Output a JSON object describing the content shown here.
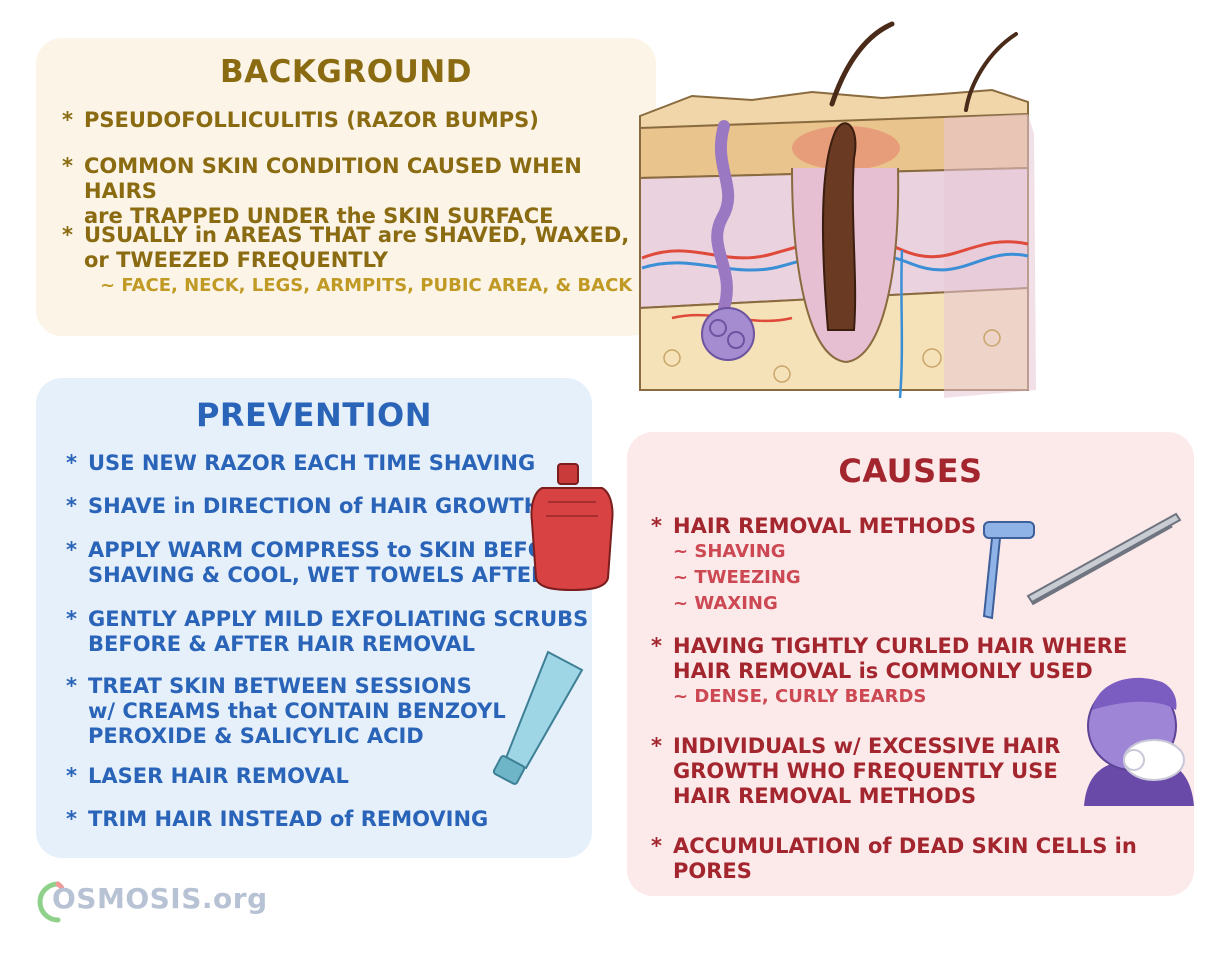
{
  "background": {
    "title": "BACKGROUND",
    "items": [
      {
        "text": "PSEUDOFOLLICULITIS (RAZOR BUMPS)"
      },
      {
        "text": "COMMON SKIN CONDITION CAUSED WHEN HAIRS",
        "text2": "are TRAPPED UNDER the SKIN SURFACE"
      },
      {
        "text": "USUALLY in AREAS THAT are SHAVED, WAXED,",
        "text2": "or TWEEZED FREQUENTLY",
        "sub": "~ FACE, NECK, LEGS, ARMPITS, PUBIC AREA, & BACK"
      }
    ]
  },
  "prevention": {
    "title": "PREVENTION",
    "items": [
      {
        "text": "USE NEW RAZOR EACH TIME SHAVING"
      },
      {
        "text": "SHAVE in DIRECTION of HAIR GROWTH"
      },
      {
        "text": "APPLY WARM COMPRESS to SKIN BEFORE",
        "text2": "SHAVING & COOL, WET TOWELS AFTER"
      },
      {
        "text": "GENTLY APPLY MILD EXFOLIATING SCRUBS",
        "text2": "BEFORE & AFTER HAIR REMOVAL"
      },
      {
        "text": "TREAT SKIN BETWEEN SESSIONS",
        "text2": "w/ CREAMS that CONTAIN BENZOYL",
        "text3": "PEROXIDE & SALICYLIC ACID"
      },
      {
        "text": "LASER HAIR REMOVAL"
      },
      {
        "text": "TRIM HAIR INSTEAD of REMOVING"
      }
    ]
  },
  "causes": {
    "title": "CAUSES",
    "items": [
      {
        "text": "HAIR REMOVAL METHODS",
        "subs": [
          "~ SHAVING",
          "~ TWEEZING",
          "~ WAXING"
        ]
      },
      {
        "text": "HAVING TIGHTLY CURLED HAIR WHERE",
        "text2": "HAIR REMOVAL is COMMONLY USED",
        "subs": [
          "~ DENSE, CURLY BEARDS"
        ]
      },
      {
        "text": "INDIVIDUALS w/ EXCESSIVE HAIR",
        "text2": "GROWTH WHO FREQUENTLY USE",
        "text3": "HAIR REMOVAL METHODS"
      },
      {
        "text": "ACCUMULATION of DEAD SKIN CELLS in PORES"
      }
    ]
  },
  "bullet": "*",
  "logo": {
    "word": "OSMOSIS.org"
  },
  "colors": {
    "background_text": "#8a6b12",
    "prevention_text": "#2a64b8",
    "causes_text": "#a3262e"
  },
  "illustrations": [
    "skin-cross-section",
    "hot-water-bottle",
    "cream-tube",
    "razor",
    "tweezers",
    "shaving-man"
  ]
}
